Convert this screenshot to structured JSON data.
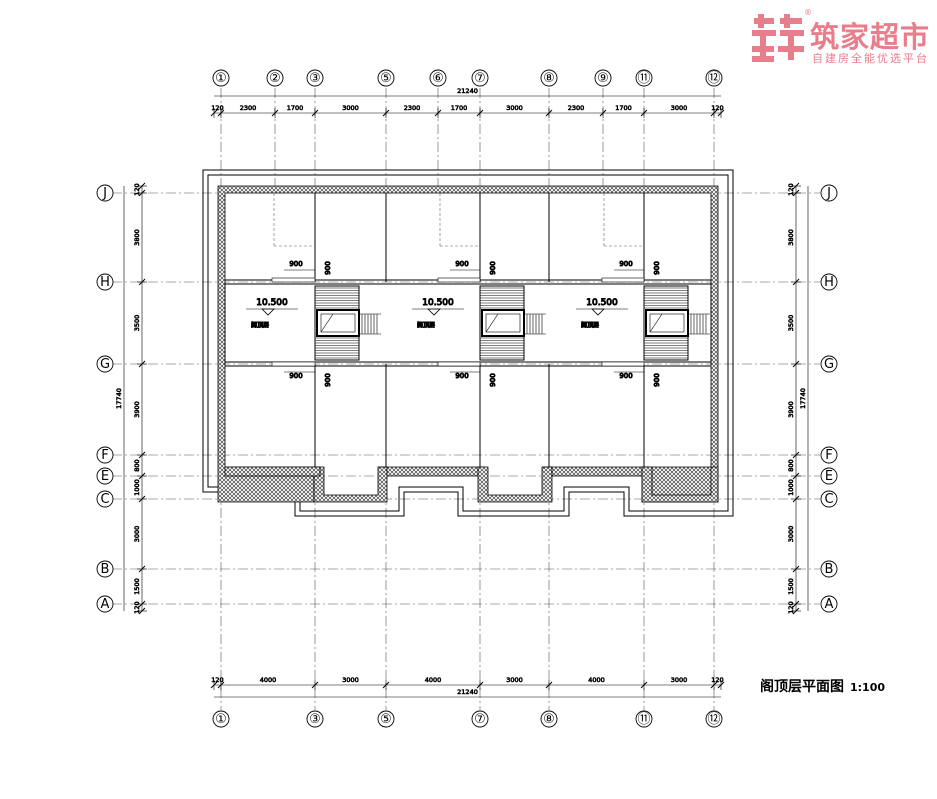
{
  "brand": {
    "name": "筑家超市",
    "slogan": "自建房全能优选平台",
    "registered": "®",
    "color": "#e87e8c"
  },
  "title": {
    "text": "阁顶层平面图",
    "scale": "1:100"
  },
  "axes": {
    "top": [
      "①",
      "②",
      "③",
      "⑤",
      "⑥",
      "⑦",
      "⑧",
      "⑨",
      "⑪",
      "⑫"
    ],
    "bottom": [
      "①",
      "③",
      "⑤",
      "⑦",
      "⑧",
      "⑪",
      "⑫"
    ],
    "rows": [
      "J",
      "H",
      "G",
      "F",
      "E",
      "C",
      "B",
      "A"
    ]
  },
  "dimensions": {
    "top_total": "21240",
    "top_segments": [
      "120",
      "2300",
      "1700",
      "3000",
      "2300",
      "1700",
      "3000",
      "2300",
      "1700",
      "3000",
      "120"
    ],
    "bottom_total": "21240",
    "bottom_segments": [
      "120",
      "4000",
      "3000",
      "4000",
      "3000",
      "4000",
      "3000",
      "120"
    ],
    "side_total": "17740",
    "side_segments": [
      "120",
      "3800",
      "3500",
      "3900",
      "800",
      "1000",
      "3000",
      "1500",
      "120"
    ]
  },
  "units": [
    {
      "elevation": "10.500",
      "room": "阁顶层",
      "opening_a": "900",
      "opening_b": "900",
      "opening_c": "900",
      "opening_d": "900"
    },
    {
      "elevation": "10.500",
      "room": "阁顶层",
      "opening_a": "900",
      "opening_b": "900",
      "opening_c": "900",
      "opening_d": "900"
    },
    {
      "elevation": "10.500",
      "room": "阁顶层",
      "opening_a": "900",
      "opening_b": "900",
      "opening_c": "900",
      "opening_d": "900"
    }
  ]
}
